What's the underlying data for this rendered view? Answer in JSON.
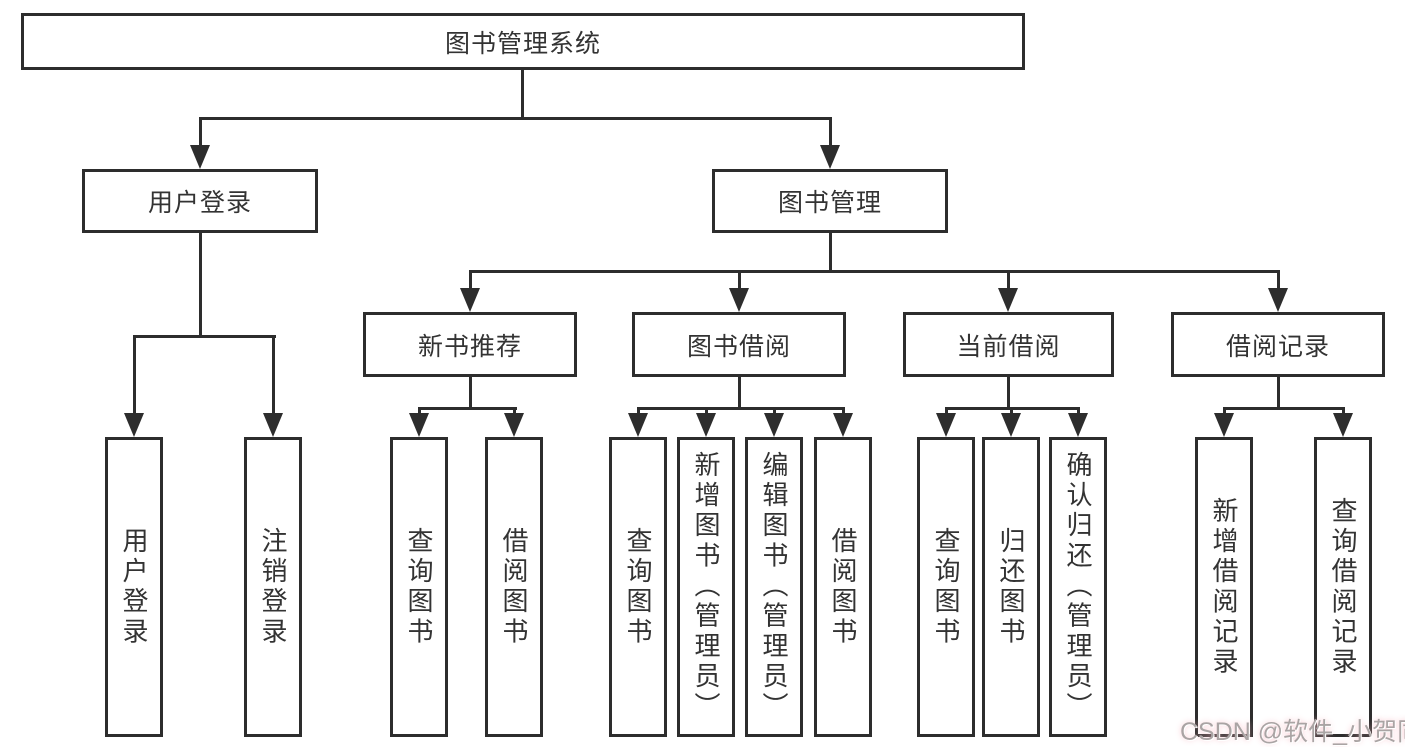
{
  "diagram": {
    "root": {
      "label": "图书管理系统"
    },
    "level2": [
      {
        "label": "用户登录",
        "children": [
          {
            "label": "用户登录"
          },
          {
            "label": "注销登录"
          }
        ]
      },
      {
        "label": "图书管理",
        "groups": [
          {
            "label": "新书推荐",
            "children": [
              {
                "label": "查询图书"
              },
              {
                "label": "借阅图书"
              }
            ]
          },
          {
            "label": "图书借阅",
            "children": [
              {
                "label": "查询图书"
              },
              {
                "label": "新增图书（管理员）"
              },
              {
                "label": "编辑图书（管理员）"
              },
              {
                "label": "借阅图书"
              }
            ]
          },
          {
            "label": "当前借阅",
            "children": [
              {
                "label": "查询图书"
              },
              {
                "label": "归还图书"
              },
              {
                "label": "确认归还（管理员）"
              }
            ]
          },
          {
            "label": "借阅记录",
            "children": [
              {
                "label": "新增借阅记录"
              },
              {
                "label": "查询借阅记录"
              }
            ]
          }
        ]
      }
    ],
    "colors": {
      "line": "#2d2d2d",
      "text": "#333333",
      "background": "#ffffff",
      "watermark": "#aaa4a4"
    },
    "watermark": "CSDN @软件_小贺同学"
  }
}
